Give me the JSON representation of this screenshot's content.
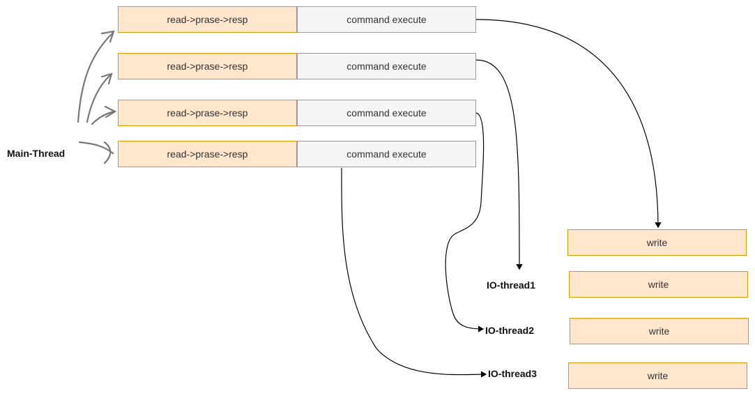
{
  "main_thread_label": "Main-Thread",
  "rows": [
    {
      "stage1": "read->prase->resp",
      "stage2": "command execute"
    },
    {
      "stage1": "read->prase->resp",
      "stage2": "command execute"
    },
    {
      "stage1": "read->prase->resp",
      "stage2": "command execute"
    },
    {
      "stage1": "read->prase->resp",
      "stage2": "command execute"
    }
  ],
  "write_boxes": [
    "write",
    "write",
    "write",
    "write"
  ],
  "io_threads": [
    "IO-thread1",
    "IO-thread2",
    "IO-thread3"
  ],
  "colors": {
    "stage1_fill": "#ffe6cc",
    "stage1_border": "#d79b00",
    "stage2_fill": "#f5f5f5",
    "stage2_border": "#999999",
    "sketch_stroke": "#777777"
  }
}
